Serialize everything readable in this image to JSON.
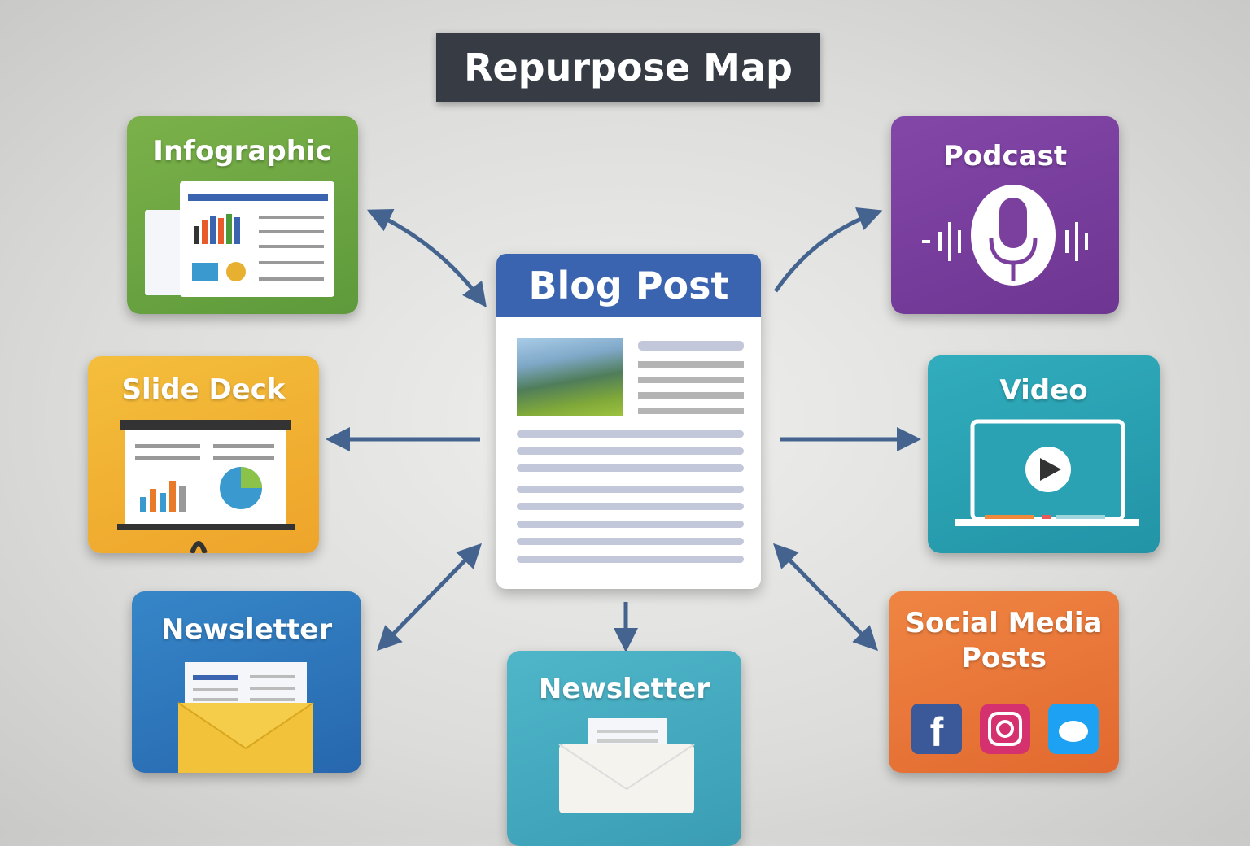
{
  "title": "Repurpose Map",
  "center": {
    "label": "Blog Post"
  },
  "nodes": {
    "infographic": {
      "label": "Infographic",
      "color": "#6aa343"
    },
    "podcast": {
      "label": "Podcast",
      "color": "#7b3f9e"
    },
    "slide_deck": {
      "label": "Slide Deck",
      "color": "#f0b032"
    },
    "video": {
      "label": "Video",
      "color": "#2aa2b3"
    },
    "newsletter_left": {
      "label": "Newsletter",
      "color": "#2f77bc"
    },
    "newsletter_bottom": {
      "label": "Newsletter",
      "color": "#48adc3"
    },
    "social": {
      "label_line1": "Social Media",
      "label_line2": "Posts",
      "color": "#e8773a"
    }
  },
  "arrow_color": "#44648f"
}
